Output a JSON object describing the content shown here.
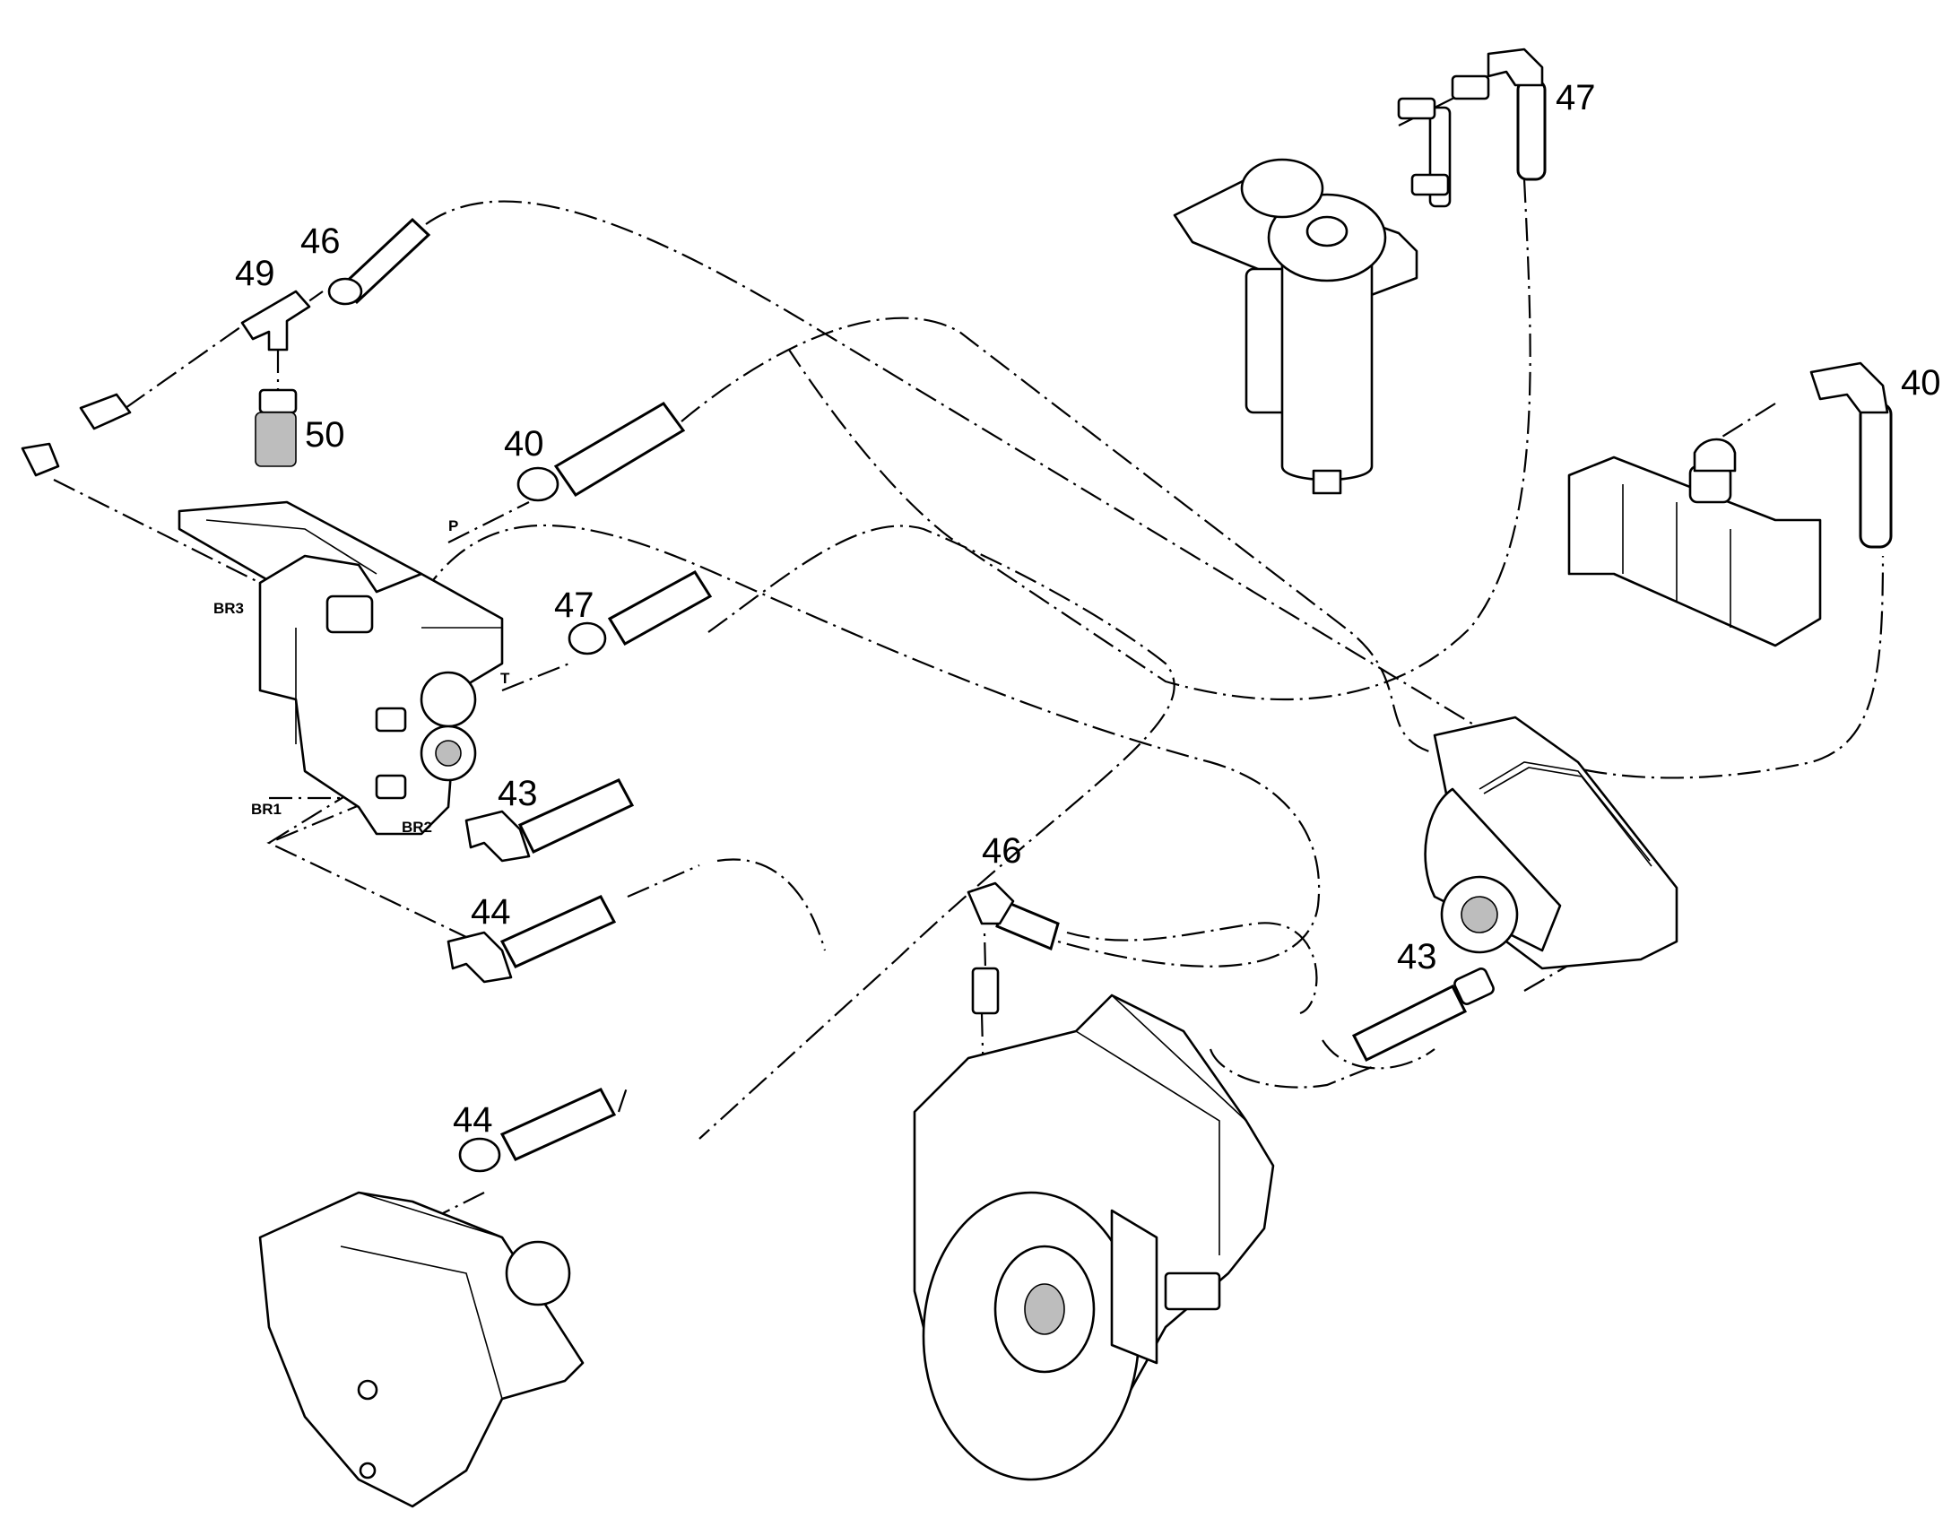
{
  "colors": {
    "line": "#000000",
    "background": "#ffffff",
    "shade": "#bdbdbd"
  },
  "callouts": {
    "c47_top": "47",
    "c40_right": "40",
    "c46_left": "46",
    "c49": "49",
    "c50": "50",
    "c40_mid": "40",
    "c47_mid": "47",
    "c43_left": "43",
    "c44_upper": "44",
    "c46_center": "46",
    "c43_right": "43",
    "c44_lower": "44"
  },
  "ports": {
    "p": "P",
    "br3": "BR3",
    "t": "T",
    "br1": "BR1",
    "br2": "BR2"
  }
}
